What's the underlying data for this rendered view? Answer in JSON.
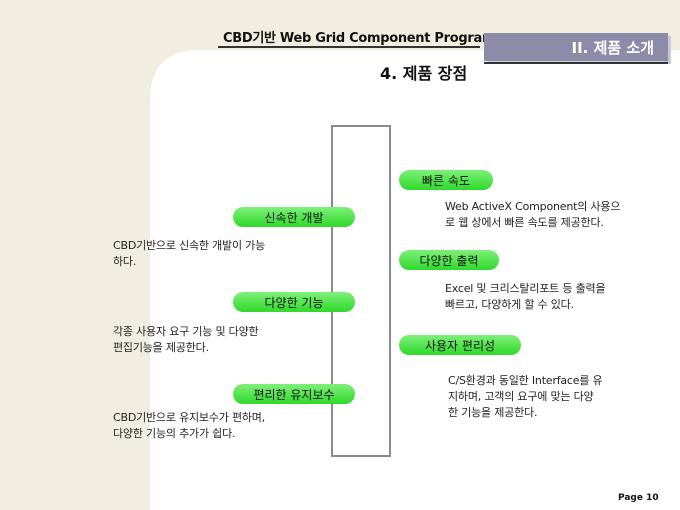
{
  "header": {
    "title": "CBD기반 Web Grid Component Program",
    "section_tab": "II. 제품 소개"
  },
  "page_heading": "4. 제품 장점",
  "left_features": [
    {
      "title": "신속한 개발",
      "desc_lines": [
        "CBD기반으로 신속한 개발이 가능",
        "하다."
      ]
    },
    {
      "title": "다양한 기능",
      "desc_lines": [
        "각종 사용자 요구 기능 및 다양한",
        "편집기능을 제공한다."
      ]
    },
    {
      "title": "편리한 유지보수",
      "desc_lines": [
        "CBD기반으로 유지보수가 편하며,",
        "다양한 기능의 추가가 쉽다."
      ]
    }
  ],
  "right_features": [
    {
      "title": "빠른 속도",
      "desc_lines": [
        "Web ActiveX Component의 사용으",
        "로 웹 상에서 빠른 속도를 제공한다."
      ]
    },
    {
      "title": "다양한 출력",
      "desc_lines": [
        "Excel 및 크리스탈리포트 등 출력을",
        "빠르고, 다양하게 할 수 있다."
      ]
    },
    {
      "title": "사용자 편리성",
      "desc_lines": [
        "C/S환경과 동일한 Interface를 유",
        "지하며, 고객의 요구에 맞는 다양",
        "한 기능을 제공한다."
      ]
    }
  ],
  "footer": {
    "page": "Page 10"
  },
  "colors": {
    "pill_green": "#3ddc37",
    "tab_purple": "#8c8ca8",
    "background_beige": "#f2ede1"
  }
}
